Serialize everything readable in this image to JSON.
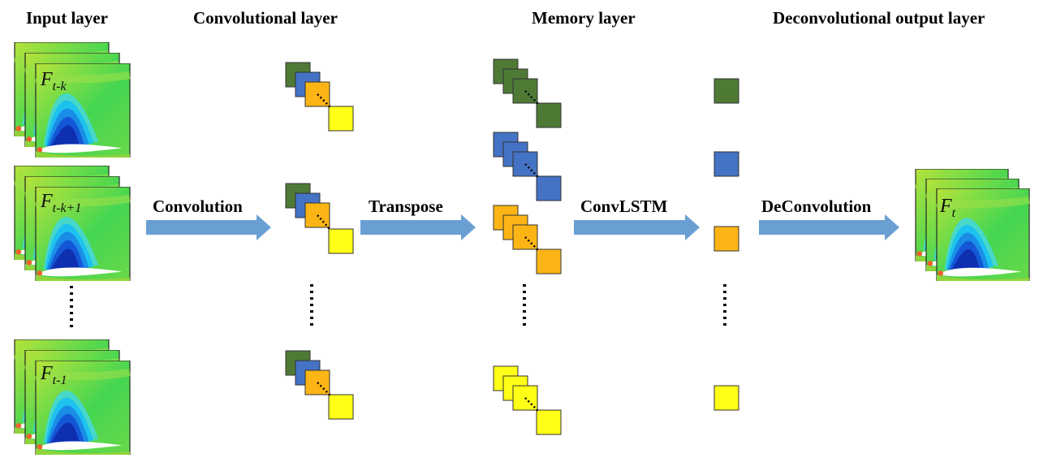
{
  "headings": {
    "input": "Input layer",
    "convolutional": "Convolutional layer",
    "memory": "Memory layer",
    "output": "Deconvolutional output layer"
  },
  "arrows": {
    "convolution": "Convolution",
    "transpose": "Transpose",
    "convlstm": "ConvLSTM",
    "deconvolution": "DeConvolution"
  },
  "frames": [
    {
      "main": "F",
      "sub": "t-k"
    },
    {
      "main": "F",
      "sub": "t-k+1"
    },
    {
      "main": "F",
      "sub": "t-1"
    },
    {
      "main": "F",
      "sub": "t"
    }
  ],
  "colors": {
    "green": "#4e7a36",
    "blue": "#4472c4",
    "orange": "#fdb515",
    "yellow": "#ffff17",
    "arrow": "#6a9fd4"
  }
}
